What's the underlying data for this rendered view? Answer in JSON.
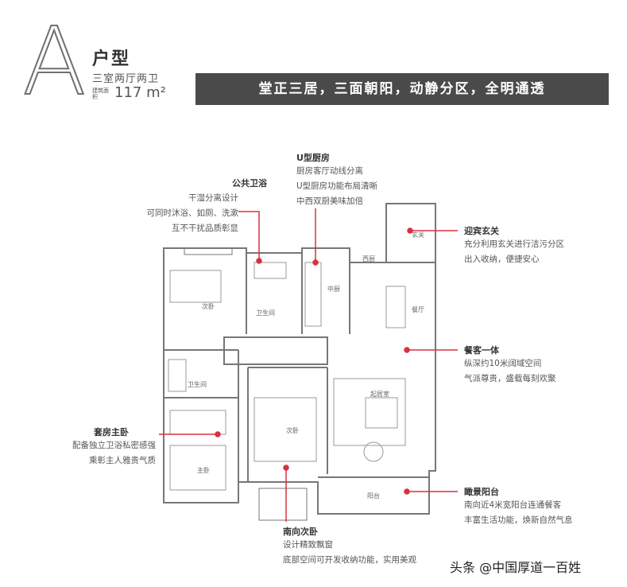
{
  "header": {
    "type_letter": "A",
    "type_title": "户型",
    "layout_desc": "三室两厅两卫",
    "area_label": "建筑面积",
    "area_value": "117 m²",
    "banner": "堂正三居，三面朝阳，动静分区，全明通透"
  },
  "annotations": {
    "bathroom": {
      "title": "公共卫浴",
      "lines": [
        "干湿分离设计",
        "可同时沐浴、如厕、洗漱",
        "互不干扰品质彰显"
      ]
    },
    "kitchen": {
      "title": "U型厨房",
      "lines": [
        "厨房客厅动线分离",
        "U型厨房功能布局清晰",
        "中西双厨美味加倍"
      ]
    },
    "entrance": {
      "title": "迎宾玄关",
      "lines": [
        "充分利用玄关进行洁污分区",
        "出入收纳，便捷安心"
      ]
    },
    "living": {
      "title": "餐客一体",
      "lines": [
        "纵深约10米阔域空间",
        "气派尊贵，盛载每刻欢聚"
      ]
    },
    "master": {
      "title": "套房主卧",
      "lines": [
        "配备独立卫浴私密感强",
        "乘彰主人雅贵气质"
      ]
    },
    "south_bedroom": {
      "title": "南向次卧",
      "lines": [
        "设计精致飘窗",
        "底部空间可开发收纳功能，实用美观"
      ]
    },
    "balcony": {
      "title": "瞰景阳台",
      "lines": [
        "南向近4米宽阳台连通餐客",
        "丰富生活功能，焕新自然气息"
      ]
    }
  },
  "plan_labels": {
    "bedroom2": "次卧",
    "bath_public": "卫生间",
    "kitchen_cn": "中厨",
    "kitchen_west": "西厨",
    "entry": "玄关",
    "dining": "餐厅",
    "bath_master": "卫生间",
    "bedroom3": "次卧",
    "living": "起居室",
    "master": "主卧",
    "balcony": "阳台"
  },
  "colors": {
    "accent": "#d9313e",
    "banner_bg": "#4b4a4a",
    "wall": "#777777"
  },
  "watermark": "头条 @中国厚道一百姓"
}
